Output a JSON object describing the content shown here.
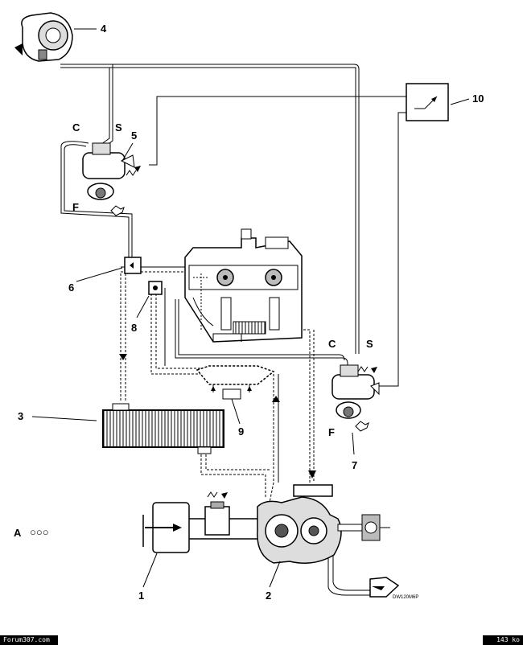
{
  "labels": {
    "l1": "1",
    "l2": "2",
    "l3": "3",
    "l4": "4",
    "l5": "5",
    "l6": "6",
    "l7": "7",
    "l8": "8",
    "l9": "9",
    "l10": "10",
    "c_top": "C",
    "s_top": "S",
    "f_top": "F",
    "c_right": "C",
    "s_right": "S",
    "f_right": "F",
    "a_label": "A",
    "a_dots": "○○○",
    "code": "DW120M6P"
  },
  "footer": {
    "site": "Forum307.com",
    "size": "143 ko"
  },
  "icons": [
    "vacuum-pump-icon",
    "solenoid-valve-icon",
    "ecu-icon",
    "intercooler-icon",
    "air-flow-meter-icon",
    "turbocharger-icon",
    "engine-icon",
    "filter-icon"
  ]
}
